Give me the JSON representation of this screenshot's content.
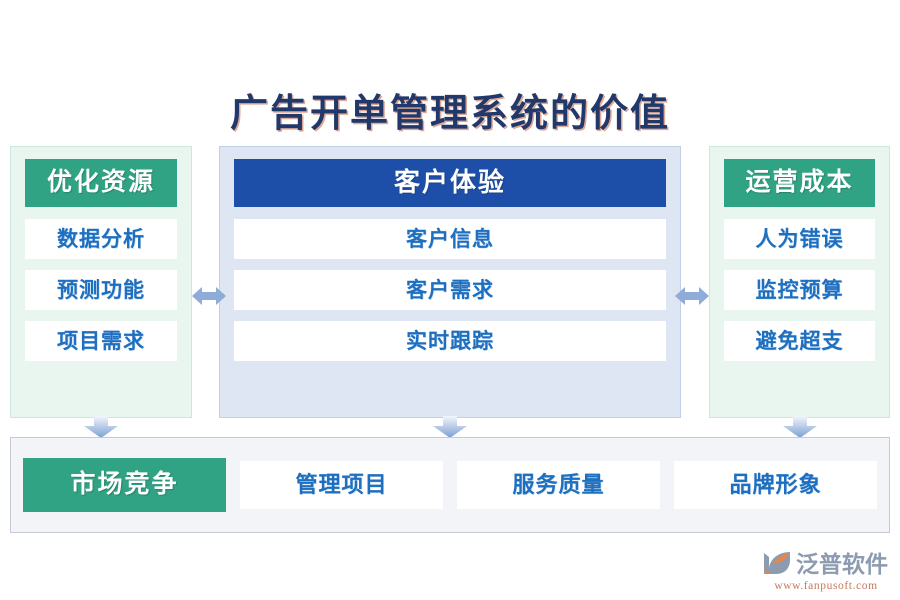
{
  "title": "广告开单管理系统的价值",
  "colors": {
    "green": "#2fa383",
    "blue": "#1e4fa8",
    "item_text": "#1d6fc0",
    "title_text": "#21386a",
    "green_panel_bg": "#e9f5ef",
    "blue_panel_bg": "#dfe6f3",
    "bottom_panel_bg": "#f3f4f7",
    "arrow": "#8fabd8",
    "logo_orange": "#e0884f",
    "logo_gray": "#8c9bb0"
  },
  "columns": [
    {
      "id": "left",
      "header": "优化资源",
      "items": [
        "数据分析",
        "预测功能",
        "项目需求"
      ]
    },
    {
      "id": "middle",
      "header": "客户体验",
      "items": [
        "客户信息",
        "客户需求",
        "实时跟踪"
      ]
    },
    {
      "id": "right",
      "header": "运营成本",
      "items": [
        "人为错误",
        "监控预算",
        "避免超支"
      ]
    }
  ],
  "bottom": {
    "items": [
      "市场竞争",
      "管理项目",
      "服务质量",
      "品牌形象"
    ]
  },
  "logo": {
    "name": "泛普软件",
    "url": "www.fanpusoft.com"
  },
  "arrows": {
    "horizontal_left": "double-headed-horizontal-arrow",
    "horizontal_right": "double-headed-horizontal-arrow",
    "down_left": "down-arrow",
    "down_mid": "down-arrow",
    "down_right": "down-arrow"
  }
}
